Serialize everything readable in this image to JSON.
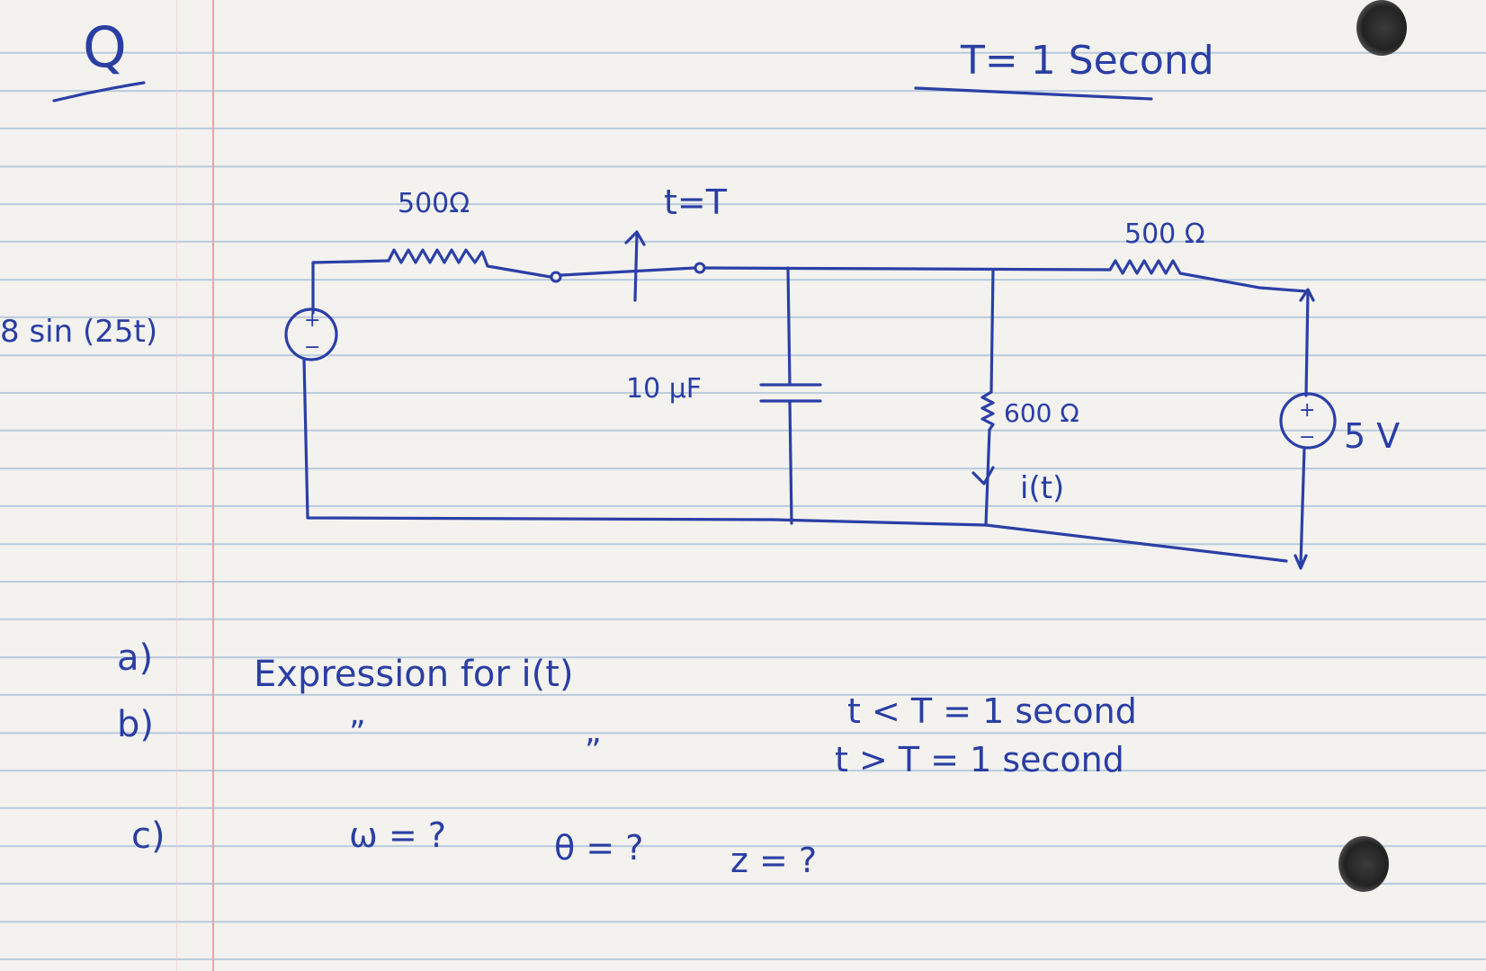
{
  "header": {
    "question_mark": "Q",
    "period_note": "T= 1 Second"
  },
  "circuit": {
    "source_ac": {
      "value": "8 sin (25t)",
      "polarity_plus": "+",
      "polarity_minus": "−"
    },
    "resistor_series": "500Ω",
    "switch_label": "t=T",
    "capacitor": "10 µF",
    "resistor_shunt": "600 Ω",
    "current_label": "i(t)",
    "resistor_right": "500 Ω",
    "source_dc": {
      "value": "5 V",
      "polarity_plus": "+",
      "polarity_minus": "−"
    }
  },
  "questions": [
    {
      "letter": "a)",
      "text": "Expression for i(t)",
      "condition": "t < T = 1 second"
    },
    {
      "letter": "b)",
      "ditto_left": "”",
      "ditto_right": "”",
      "condition": "t > T = 1 second"
    },
    {
      "letter": "c)",
      "unknowns": [
        "ω = ?",
        "θ = ?",
        "z = ?"
      ]
    }
  ],
  "colors": {
    "ink": "#2a3ea3",
    "paper": "#f3f2ef",
    "rule": "#b9c9dc",
    "margin": "#e8a4a8"
  }
}
